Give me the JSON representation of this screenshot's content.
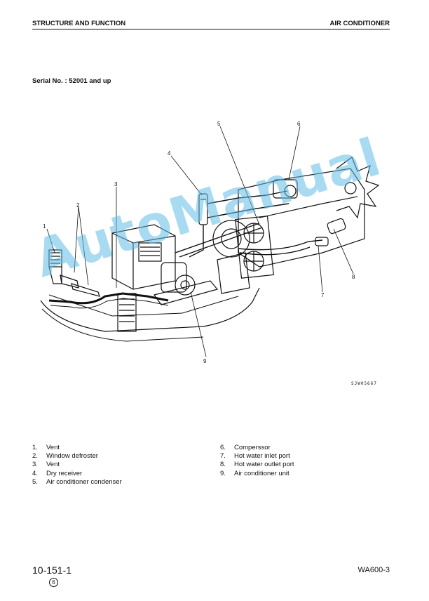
{
  "header": {
    "left": "STRUCTURE AND FUNCTION",
    "right": "AIR CONDITIONER"
  },
  "serial": "Serial No. : 52001 and up",
  "figure": {
    "code": "SJW05667",
    "callouts": [
      "1",
      "2",
      "3",
      "4",
      "5",
      "6",
      "7",
      "8",
      "9"
    ]
  },
  "legend": {
    "col1": [
      {
        "num": "1.",
        "label": "Vent"
      },
      {
        "num": "2.",
        "label": "Window defroster"
      },
      {
        "num": "3.",
        "label": "Vent"
      },
      {
        "num": "4.",
        "label": "Dry receiver"
      },
      {
        "num": "5.",
        "label": "Air conditioner condenser"
      }
    ],
    "col2": [
      {
        "num": "6.",
        "label": "Comperssor"
      },
      {
        "num": "7.",
        "label": "Hot water inlet port"
      },
      {
        "num": "8.",
        "label": "Hot water outlet port"
      },
      {
        "num": "9.",
        "label": "Air conditioner unit"
      }
    ]
  },
  "footer": {
    "page": "10-151-1",
    "revision": "6",
    "model": "WA600-3"
  },
  "watermark": {
    "text": "AutoManual",
    "color": "#60bee6"
  }
}
